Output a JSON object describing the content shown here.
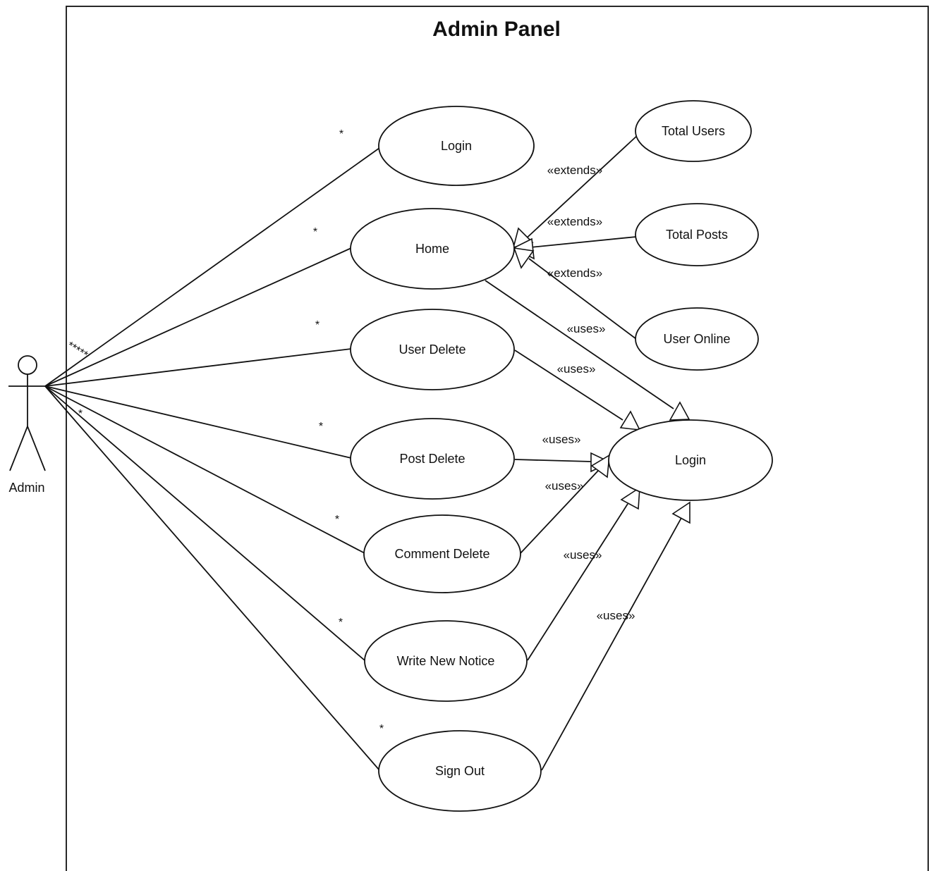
{
  "diagram": {
    "title": "Admin Panel",
    "actor": {
      "name": "Admin"
    },
    "use_cases": {
      "login_top": "Login",
      "home": "Home",
      "user_delete": "User Delete",
      "post_delete": "Post Delete",
      "comment_delete": "Comment Delete",
      "write_new_notice": "Write New Notice",
      "sign_out": "Sign Out",
      "total_users": "Total Users",
      "total_posts": "Total Posts",
      "user_online": "User Online",
      "login_target": "Login"
    },
    "stereotypes": {
      "extends": "«extends»",
      "uses": "«uses»"
    },
    "multiplicity": "*",
    "actor_end_multiplicity": "*****"
  }
}
